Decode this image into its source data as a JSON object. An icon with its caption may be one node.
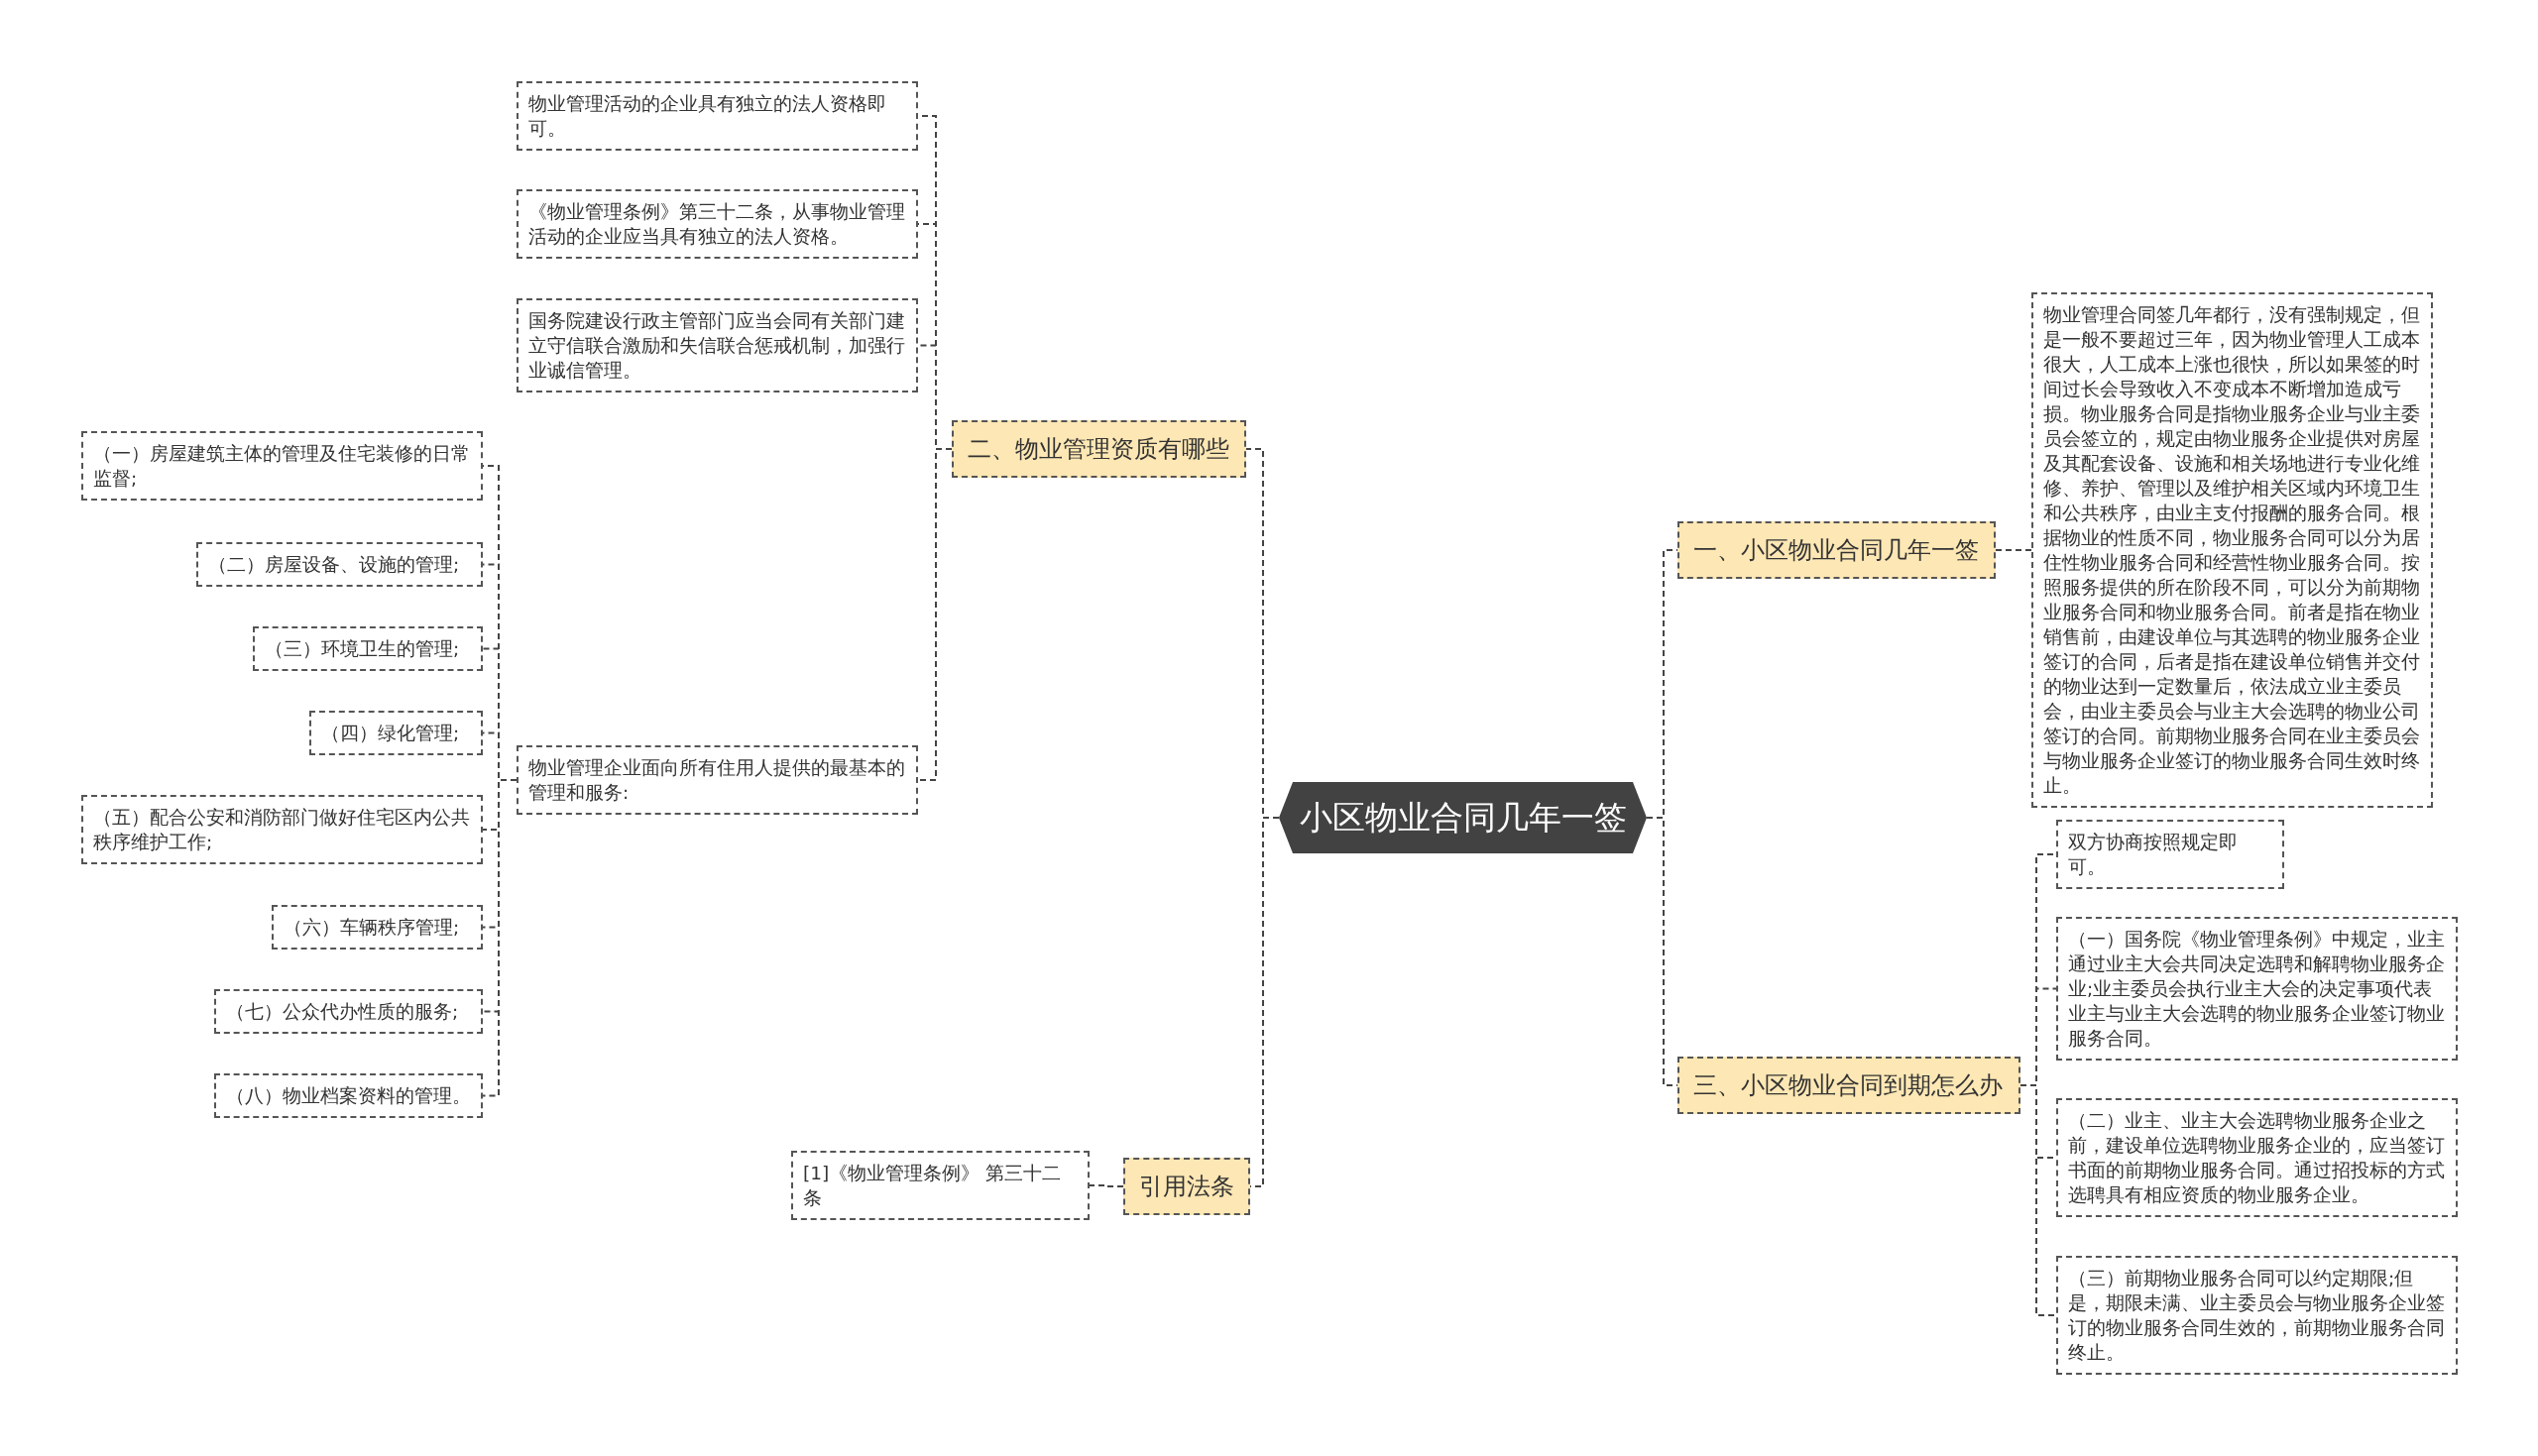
{
  "diagram": {
    "nodes": [
      {
        "text": [
          "小区物业合同几年一签"
        ]
      },
      {
        "text": [
          "一、小区物业合同几年一签"
        ]
      },
      {
        "text": [
          "物业管理合同签几年都行，没有强制规定，但是一般不要超过三年，因为物业管理人工成本很大，人工成本上涨也很快，所以如果签的时间过长会导致收入不变成本不断增加造成亏损。物业服务合同是指物业服务企业与业主委员会签立的，规定由物业服务企业提供对房屋及其配套设备、设施和相关场地进行专业化维修、养护、管理以及维护相关区域内环境卫生和公共秩序，由业主支付报酬的服务合同。根据物业的性质不同，物业服务合同可以分为居住性物业服务合同和经营性物业服务合同。按照服务提供的所在阶段不同，可以分为前期物业服务合同和物业服务合同。前者是指在物业销售前，由建设单位与其选聘的物业服务企业签订的合同，后者是指在建设单位销售并交付的物业达到一定数量后，依法成立业主委员会，由业主委员会与业主大会选聘的物业公司签订的合同。前期物业服务合同在业主委员会与物业服务企业签订的物业服务合同生效时终止。"
        ]
      },
      {
        "text": [
          "三、小区物业合同到期怎么办"
        ]
      },
      {
        "text": [
          "双方协商按照规定即可。"
        ]
      },
      {
        "text": [
          "（一）国务院《物业管理条例》中规定，业主通过业主大会共同决定选聘和解聘物业服务企业;业主委员会执行业主大会的决定事项代表业主与业主大会选聘的物业服务企业签订物业服务合同。"
        ]
      },
      {
        "text": [
          "（二）业主、业主大会选聘物业服务企业之前，建设单位选聘物业服务企业的，应当签订书面的前期物业服务合同。通过招投标的方式选聘具有相应资质的物业服务企业。"
        ]
      },
      {
        "text": [
          "（三）前期物业服务合同可以约定期限;但是，期限未满、业主委员会与物业服务企业签订的物业服务合同生效的，前期物业服务合同终止。"
        ]
      },
      {
        "text": [
          "二、物业管理资质有哪些"
        ]
      },
      {
        "text": [
          "物业管理活动的企业具有独立的法人资格即可。"
        ]
      },
      {
        "text": [
          "《物业管理条例》第三十二条，从事物业管理活动的企业应当具有独立的法人资格。"
        ]
      },
      {
        "text": [
          "国务院建设行政主管部门应当会同有关部门建立守信联合激励和失信联合惩戒机制，加强行业诚信管理。"
        ]
      },
      {
        "text": [
          "物业管理企业面向所有住用人提供的最基本的管理和服务:"
        ]
      },
      {
        "text": [
          "（一）房屋建筑主体的管理及住宅装修的日常监督;"
        ]
      },
      {
        "text": [
          "（二）房屋设备、设施的管理;"
        ]
      },
      {
        "text": [
          "（三）环境卫生的管理;"
        ]
      },
      {
        "text": [
          "（四）绿化管理;"
        ]
      },
      {
        "text": [
          "（五）配合公安和消防部门做好住宅区内公共秩序维护工作;"
        ]
      },
      {
        "text": [
          "（六）车辆秩序管理;"
        ]
      },
      {
        "text": [
          "（七）公众代办性质的服务;"
        ]
      },
      {
        "text": [
          "（八）物业档案资料的管理。"
        ]
      },
      {
        "text": [
          "引用法条"
        ]
      },
      {
        "text": [
          "[1]《物业管理条例》 第三十二条"
        ]
      }
    ],
    "edges": [
      {
        "from": 0,
        "to": 1,
        "arrow": "none"
      },
      {
        "from": 1,
        "to": 2,
        "arrow": "none"
      },
      {
        "from": 0,
        "to": 3,
        "arrow": "none"
      },
      {
        "from": 3,
        "to": 4,
        "arrow": "none"
      },
      {
        "from": 3,
        "to": 5,
        "arrow": "none"
      },
      {
        "from": 3,
        "to": 6,
        "arrow": "none"
      },
      {
        "from": 3,
        "to": 7,
        "arrow": "none"
      },
      {
        "from": 0,
        "to": 8,
        "arrow": "none"
      },
      {
        "from": 8,
        "to": 9,
        "arrow": "none"
      },
      {
        "from": 8,
        "to": 10,
        "arrow": "none"
      },
      {
        "from": 8,
        "to": 11,
        "arrow": "none"
      },
      {
        "from": 8,
        "to": 12,
        "arrow": "none"
      },
      {
        "from": 12,
        "to": 13,
        "arrow": "none"
      },
      {
        "from": 12,
        "to": 14,
        "arrow": "none"
      },
      {
        "from": 12,
        "to": 15,
        "arrow": "none"
      },
      {
        "from": 12,
        "to": 16,
        "arrow": "none"
      },
      {
        "from": 12,
        "to": 17,
        "arrow": "none"
      },
      {
        "from": 12,
        "to": 18,
        "arrow": "none"
      },
      {
        "from": 12,
        "to": 19,
        "arrow": "none"
      },
      {
        "from": 12,
        "to": 20,
        "arrow": "none"
      },
      {
        "from": 0,
        "to": 21,
        "arrow": "none"
      },
      {
        "from": 21,
        "to": 22,
        "arrow": "none"
      }
    ]
  }
}
